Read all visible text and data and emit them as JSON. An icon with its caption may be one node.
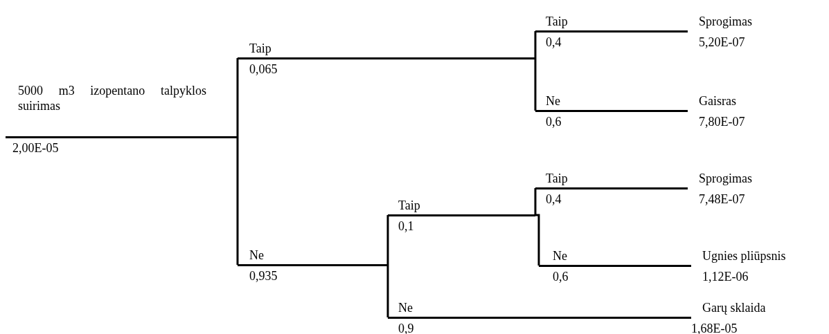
{
  "diagram": {
    "nodes": [
      {
        "text": [
          "5000 m3 izopentano talpyklos suirimas",
          "2,00E-05"
        ]
      },
      {
        "text": [
          "Taip",
          "0,065"
        ]
      },
      {
        "text": [
          "Ne",
          "0,935"
        ]
      },
      {
        "text": [
          "Taip",
          "0,4"
        ],
        "beside": [
          "Sprogimas",
          "5,20E-07"
        ]
      },
      {
        "text": [
          "Ne",
          "0,6"
        ],
        "beside": [
          "Gaisras",
          "7,80E-07"
        ]
      },
      {
        "text": [
          "Taip",
          "0,1"
        ]
      },
      {
        "text": [
          "Ne",
          "0,9"
        ],
        "beside": [
          "Garų sklaida",
          "1,68E-05"
        ]
      },
      {
        "text": [
          "Taip",
          "0,4"
        ],
        "beside": [
          "Sprogimas",
          "7,48E-07"
        ]
      },
      {
        "text": [
          "Ne",
          "0,6"
        ],
        "beside": [
          "Ugnies pliūpsnis",
          "1,12E-06"
        ]
      }
    ],
    "edges": [
      {
        "from": 0,
        "to": 1,
        "arrow": "none"
      },
      {
        "from": 0,
        "to": 2,
        "arrow": "none"
      },
      {
        "from": 1,
        "to": 3,
        "arrow": "none"
      },
      {
        "from": 1,
        "to": 4,
        "arrow": "none"
      },
      {
        "from": 2,
        "to": 5,
        "arrow": "none"
      },
      {
        "from": 2,
        "to": 6,
        "arrow": "none"
      },
      {
        "from": 5,
        "to": 7,
        "arrow": "none"
      },
      {
        "from": 5,
        "to": 8,
        "arrow": "none"
      }
    ]
  }
}
